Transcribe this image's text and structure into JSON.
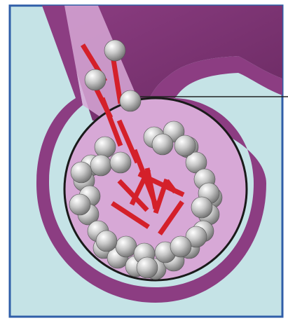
{
  "diagram": {
    "colors": {
      "background": "#c5e3e6",
      "border": "#2f5ea8",
      "wall": "#8c3d82",
      "wall_dark": "#6a2a62",
      "cavity": "#d7a8d6",
      "cavity_rim": "#1a1a1a",
      "rod": "#d4202a",
      "rod_edge": "#8a1016",
      "sphere_light": "#ffffff",
      "sphere_mid": "#c8c8c8",
      "sphere_dark": "#6e6e6e",
      "leader_line": "#222222"
    },
    "components": {
      "particle_shape": "sphere",
      "rod_shape": "rod",
      "pointer": "leader-line"
    },
    "counts": {
      "spheres": 38,
      "rods": 14
    }
  }
}
